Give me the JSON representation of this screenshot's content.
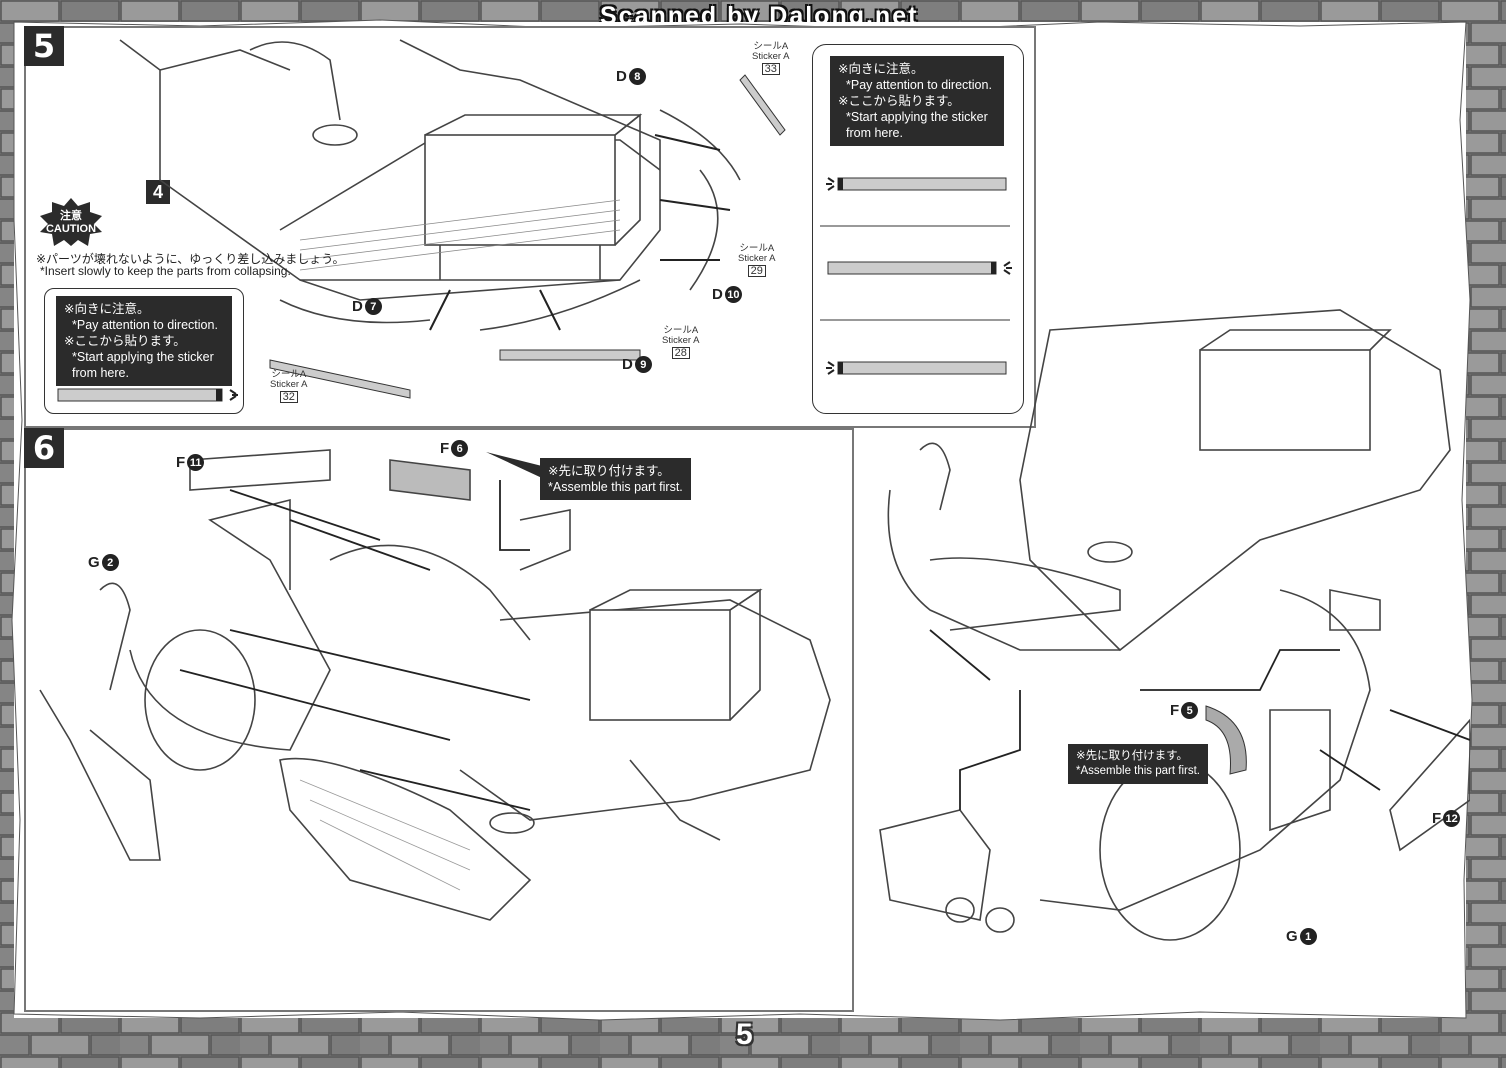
{
  "header": {
    "watermark": "Scanned by Dalong.net"
  },
  "page_number": "5",
  "step5": {
    "number": "5",
    "sub_step": "4",
    "caution_badge": {
      "jp": "注意",
      "en": "CAUTION"
    },
    "caution_note": {
      "jp": "※パーツが壊れないように、ゆっくり差し込みましょう。",
      "en": "*Insert slowly to keep the parts from collapsing."
    },
    "parts": [
      {
        "letter": "D",
        "num": "8"
      },
      {
        "letter": "D",
        "num": "7"
      },
      {
        "letter": "D",
        "num": "10"
      },
      {
        "letter": "D",
        "num": "9"
      }
    ],
    "stickers": [
      {
        "jp": "シールA",
        "en": "Sticker A",
        "no": "33"
      },
      {
        "jp": "シールA",
        "en": "Sticker A",
        "no": "29"
      },
      {
        "jp": "シールA",
        "en": "Sticker A",
        "no": "28"
      },
      {
        "jp": "シールA",
        "en": "Sticker A",
        "no": "32"
      }
    ],
    "note_direction": {
      "l1": "※向きに注意。",
      "l2": "*Pay attention to direction.",
      "l3": "※ここから貼ります。",
      "l4": "*Start applying the sticker",
      "l5": "from here."
    }
  },
  "step6": {
    "number": "6",
    "parts": [
      {
        "letter": "F",
        "num": "11"
      },
      {
        "letter": "F",
        "num": "6"
      },
      {
        "letter": "G",
        "num": "2"
      },
      {
        "letter": "F",
        "num": "5"
      },
      {
        "letter": "F",
        "num": "12"
      },
      {
        "letter": "G",
        "num": "1"
      }
    ],
    "note_first_a": {
      "jp": "※先に取り付けます。",
      "en": "*Assemble this part first."
    },
    "note_first_b": {
      "jp": "※先に取り付けます。",
      "en": "*Assemble this part first."
    }
  },
  "colors": {
    "bricks": "#8d8d8d",
    "ink": "#2b2b2b",
    "paper": "#ffffff"
  }
}
